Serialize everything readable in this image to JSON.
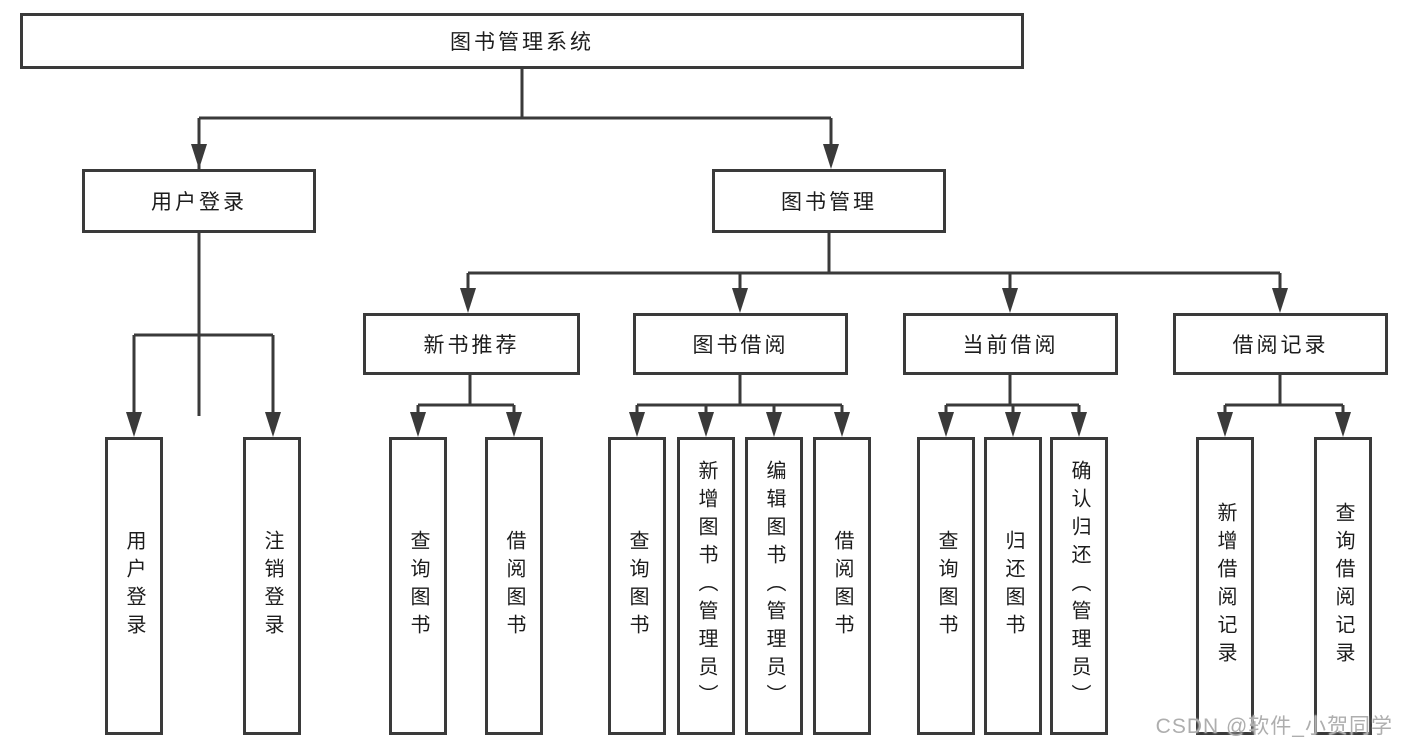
{
  "diagram": {
    "title": "图书管理系统",
    "tree": {
      "label": "图书管理系统",
      "children": [
        {
          "label": "用户登录",
          "children": [
            {
              "label": "用户登录"
            },
            {
              "label": "注销登录"
            }
          ]
        },
        {
          "label": "图书管理",
          "children": [
            {
              "label": "新书推荐",
              "children": [
                {
                  "label": "查询图书"
                },
                {
                  "label": "借阅图书"
                }
              ]
            },
            {
              "label": "图书借阅",
              "children": [
                {
                  "label": "查询图书"
                },
                {
                  "label": "新增图书（管理员）"
                },
                {
                  "label": "编辑图书（管理员）"
                },
                {
                  "label": "借阅图书"
                }
              ]
            },
            {
              "label": "当前借阅",
              "children": [
                {
                  "label": "查询图书"
                },
                {
                  "label": "归还图书"
                },
                {
                  "label": "确认归还（管理员）"
                }
              ]
            },
            {
              "label": "借阅记录",
              "children": [
                {
                  "label": "新增借阅记录"
                },
                {
                  "label": "查询借阅记录"
                }
              ]
            }
          ]
        }
      ]
    },
    "colors": {
      "line": "#3a3a3a",
      "text": "#1c1c1c",
      "background": "#ffffff",
      "watermark_text": "#aeaeae"
    }
  },
  "watermark": "CSDN @软件_小贺同学"
}
